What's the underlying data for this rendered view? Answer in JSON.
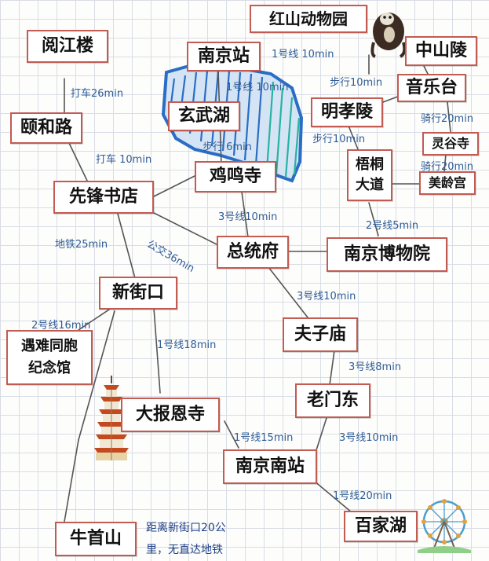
{
  "stations": {
    "hongshan_zoo": "红山动物园",
    "yuejianglou": "阅江楼",
    "nanjing_station": "南京站",
    "zhongshanling": "中山陵",
    "yinyuetai": "音乐台",
    "xuanwuhu": "玄武湖",
    "yiheilu": "颐和路",
    "mingxiaoling": "明孝陵",
    "linggusi": "灵谷寺",
    "wutong_line1": "梧桐",
    "wutong_line2": "大道",
    "meilinggong": "美龄宫",
    "jimingsi": "鸡鸣寺",
    "xianfeng": "先锋书店",
    "zongtongfu": "总统府",
    "nanjing_museum": "南京博物院",
    "xinjiekou": "新街口",
    "memorial_line1": "遇难同胞",
    "memorial_line2": "纪念馆",
    "fuzimiao": "夫子庙",
    "laomendong": "老门东",
    "dabaoensi": "大报恩寺",
    "nanjing_south": "南京南站",
    "baijiahu": "百家湖",
    "niushoushan": "牛首山"
  },
  "routes": {
    "nanjing_station_hongshan": "1号线 10min",
    "yuejianglou_yiheilu": "打车26min",
    "nanjing_station_jimingsi": "1号线 10min",
    "yinyuetai_mingxiaoling": "步行10min",
    "yinyuetai_linggusi": "骑行20min",
    "xuanwuhu_jimingsi": "步行 6min",
    "mingxiaoling_wutong": "步行10min",
    "linggusi_meilinggong": "骑行20min",
    "yiheilu_xianfeng": "打车 10min",
    "jimingsi_zongtongfu": "3号线10min",
    "wutong_museum": "2号线5min",
    "xianfeng_zongtongfu": "公交36min",
    "xianfeng_xinjiekou": "地铁25min",
    "zongtongfu_fuzimiao": "3号线10min",
    "xinjiekou_memorial": "2号线16min",
    "xinjiekou_dabaoensi": "1号线18min",
    "fuzimiao_laomendong": "3号线8min",
    "dabaoensi_south": "1号线15min",
    "laomendong_south": "3号线10min",
    "south_baijiahu": "1号线20min"
  },
  "note_lines": [
    "距离新街口20公",
    "里，无直达地铁"
  ],
  "icons": [
    "monkey-icon",
    "pagoda-icon",
    "ferris-wheel-icon",
    "lake-water-icon"
  ],
  "colors": {
    "box_border": "#c25b52",
    "route_label": "#2e5c96",
    "lake_fill": "#2d8fd6",
    "lake_hatch": "#27b3a2"
  }
}
